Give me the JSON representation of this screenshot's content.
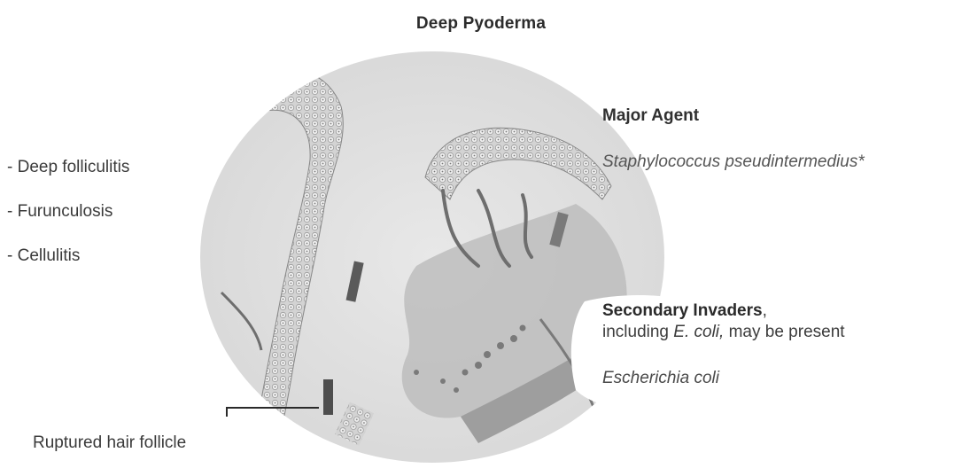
{
  "title": "Deep Pyoderma",
  "conditions": [
    "- Deep folliculitis",
    "- Furunculosis",
    "- Cellulitis"
  ],
  "major_agent": {
    "label": "Major Agent",
    "species": "Staphylococcus pseudintermedius*"
  },
  "secondary": {
    "label": "Secondary Invaders",
    "comma": ",",
    "line2_prefix": "including ",
    "line2_species": "E. coli,",
    "line2_suffix": " may be present",
    "species": "Escherichia coli"
  },
  "pointer_label": "Ruptured hair follicle",
  "colors": {
    "tissue": "#e4e4e4",
    "follicle": "#c9c9c9",
    "dark": "#6e6e6e",
    "text": "#2a2a2a"
  }
}
